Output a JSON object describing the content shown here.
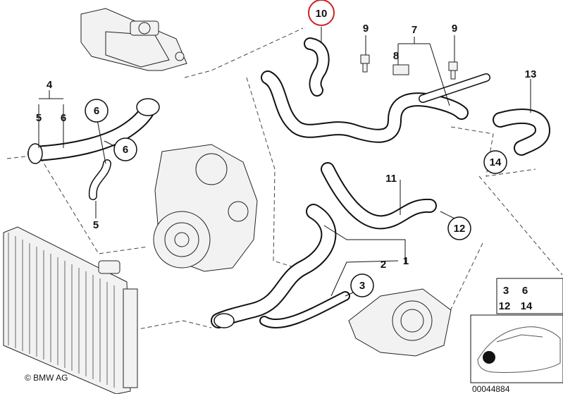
{
  "diagram": {
    "callouts": [
      "10",
      "9",
      "7",
      "9",
      "8",
      "13",
      "4",
      "5",
      "6",
      "6",
      "6",
      "5",
      "14",
      "11",
      "12",
      "2",
      "1",
      "3",
      "3",
      "6",
      "12",
      "14"
    ],
    "copyright": "© BMW AG",
    "catalog_number": "00044884",
    "highlight_color": "#cc2222"
  }
}
